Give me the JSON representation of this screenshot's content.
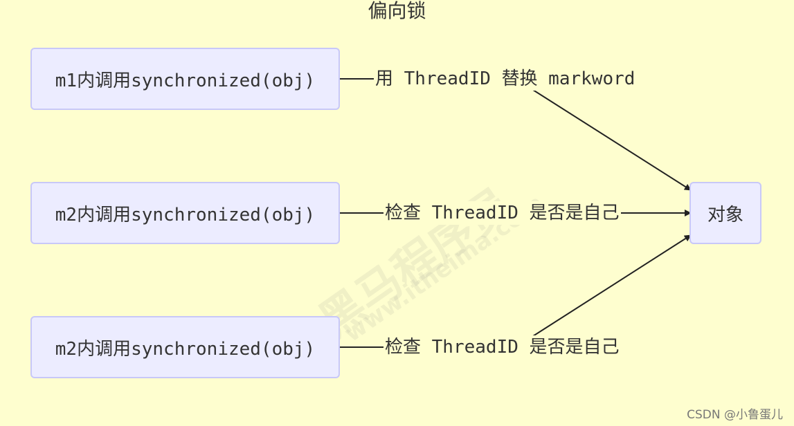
{
  "title": "偏向锁",
  "nodes": {
    "m1": "m1内调用synchronized(obj)",
    "m2_top": "m2内调用synchronized(obj)",
    "m2_bottom": "m2内调用synchronized(obj)",
    "target": "对象"
  },
  "edges": {
    "e1_label": "用 ThreadID 替换 markword",
    "e2_label": "检查 ThreadID 是否是自己",
    "e3_label": "检查 ThreadID 是否是自己"
  },
  "watermark": {
    "brand": "黑马程序员",
    "url": "www.itheima.com"
  },
  "credit": "CSDN @小鲁蛋儿",
  "colors": {
    "background": "#fefecf",
    "node_fill": "#ececff",
    "node_border": "#c8c8f8",
    "edge": "#222222"
  }
}
